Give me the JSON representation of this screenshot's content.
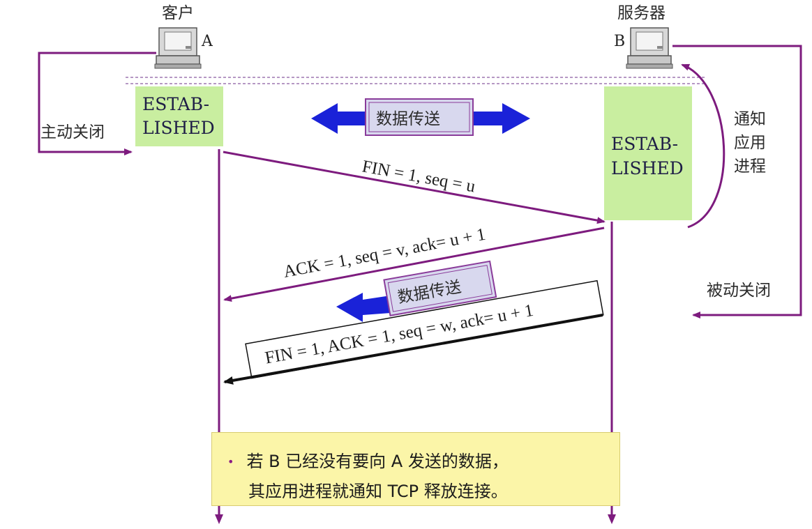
{
  "client": {
    "name": "客户",
    "host_letter": "A"
  },
  "server": {
    "name": "服务器",
    "host_letter": "B"
  },
  "states": {
    "client_line1": "ESTAB-",
    "client_line2": "LISHED",
    "server_line1": "ESTAB-",
    "server_line2": "LISHED"
  },
  "labels": {
    "active_close": "主动关闭",
    "passive_close": "被动关闭",
    "notify_app_1": "通知",
    "notify_app_2": "应用",
    "notify_app_3": "进程",
    "data_transfer_top": "数据传送",
    "data_transfer_mid": "数据传送"
  },
  "messages": {
    "fin1": "FIN = 1, seq = u",
    "ack1": "ACK = 1, seq = v, ack= u + 1",
    "fin2": "FIN = 1, ACK = 1, seq = w, ack= u + 1"
  },
  "note": {
    "bullet": "•",
    "line1": "若 B 已经没有要向 A 发送的数据，",
    "line2": "其应用进程就通知 TCP 释放连接。"
  },
  "colors": {
    "purple": "#7d1b7e",
    "state_box": "#c9eea0",
    "blue_arrow": "#1a22d8",
    "note_bg": "#fbf5a8"
  }
}
